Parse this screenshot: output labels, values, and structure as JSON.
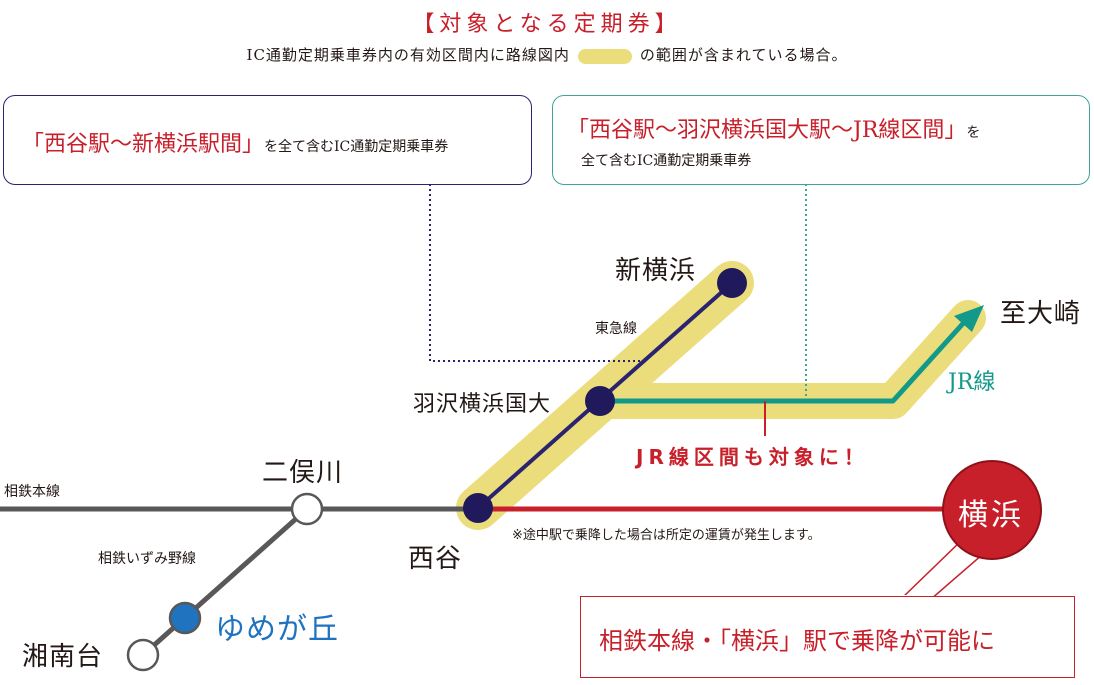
{
  "header": {
    "title": "【対象となる定期券】",
    "subtitle_before": "IC通勤定期乗車券内の有効区間内に路線図内",
    "subtitle_after": "の範囲が含まれている場合。"
  },
  "callouts": {
    "left": {
      "highlight": "「西谷駅〜新横浜駅間」",
      "text": "を全て含むIC通勤定期乗車券"
    },
    "right": {
      "highlight": "「西谷駅〜羽沢横浜国大駅〜JR線区間」",
      "suffix": "を",
      "text": "全て含むIC通勤定期乗車券"
    },
    "bottom": {
      "text": "相鉄本線・「横浜」駅で乗降が可能に"
    }
  },
  "stations": {
    "shin_yokohama": "新横浜",
    "hazawa": "羽沢横浜国大",
    "nishiya": "西谷",
    "futamatagawa": "二俣川",
    "yumegaoka": "ゆめが丘",
    "shonandai": "湘南台",
    "yokohama": "横浜",
    "to_omiya": "至大崎"
  },
  "lines": {
    "toyoko": "東急線",
    "jr": "JR線",
    "sotetsu_main": "相鉄本線",
    "izumino": "相鉄いずみ野線"
  },
  "notes": {
    "jr_target": "JR線区間も対象に！",
    "midway": "※途中駅で乗降した場合は所定の運賃が発生します。"
  },
  "colors": {
    "highlight": "#ecdd7c",
    "navy": "#2a2470",
    "teal": "#12998a",
    "red": "#c8202a",
    "blue": "#1f73bf",
    "gray": "#595757"
  }
}
